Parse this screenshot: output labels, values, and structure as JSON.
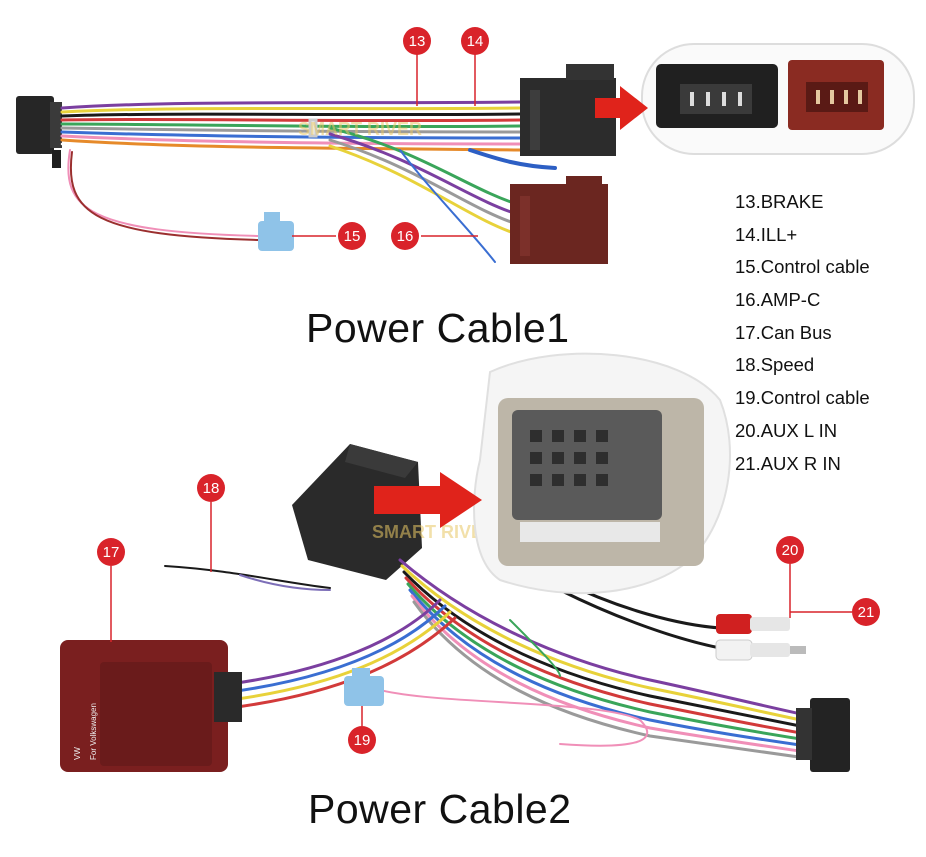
{
  "titles": {
    "cable1": "Power Cable1",
    "cable2": "Power Cable2"
  },
  "legend": [
    "13.BRAKE",
    "14.ILL+",
    "15.Control cable",
    "16.AMP-C",
    "17.Can Bus",
    "18.Speed",
    "19.Control cable",
    "20.AUX L IN",
    "21.AUX R IN"
  ],
  "callouts": {
    "c13": "13",
    "c14": "14",
    "c15": "15",
    "c16": "16",
    "c17": "17",
    "c18": "18",
    "c19": "19",
    "c20": "20",
    "c21": "21"
  },
  "labels": {
    "watermark1": "SMART RIVER",
    "watermark2": "SMART RIVER",
    "canbus_brand": "For Volkswagen",
    "canbus_model": "VW"
  },
  "colors": {
    "callout": "#d9232a",
    "arrow": "#e0231b",
    "connector_black": "#2b2b2b",
    "connector_brown": "#7a2a22",
    "plug_blue": "#8fc3e8"
  }
}
